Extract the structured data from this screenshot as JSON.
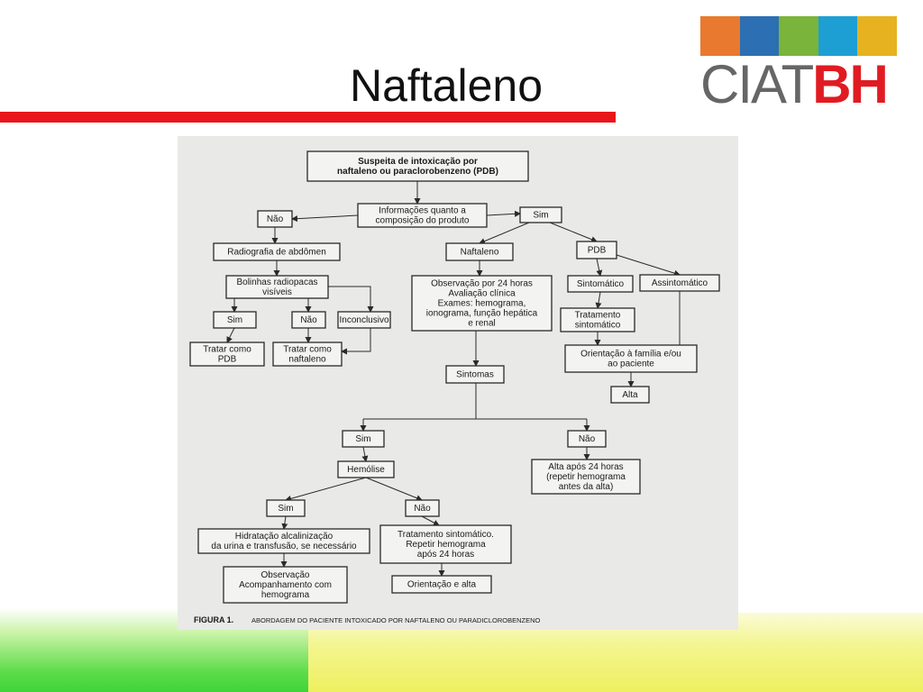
{
  "slide": {
    "title": "Naftaleno"
  },
  "logo": {
    "text_ciat": "CIAT",
    "text_bh": "BH",
    "colors": [
      "#e8792e",
      "#2c6fb3",
      "#7ab43a",
      "#1e9fd4",
      "#e7b21f"
    ]
  },
  "colors": {
    "accent_bar": "#e8161b",
    "gradient_green": "#3fd43a",
    "gradient_yellow": "#eef060"
  },
  "flowchart": {
    "nodes": [
      {
        "id": "suspeita",
        "lines": [
          "Suspeita de intoxicação por",
          "naftaleno ou paraclorobenzeno (PDB)"
        ]
      },
      {
        "id": "info",
        "lines": [
          "Informações quanto a",
          "composição do produto"
        ]
      },
      {
        "id": "nao1",
        "lines": [
          "Não"
        ]
      },
      {
        "id": "sim1",
        "lines": [
          "Sim"
        ]
      },
      {
        "id": "radio",
        "lines": [
          "Radiografia de abdômen"
        ]
      },
      {
        "id": "naftaleno",
        "lines": [
          "Naftaleno"
        ]
      },
      {
        "id": "pdb",
        "lines": [
          "PDB"
        ]
      },
      {
        "id": "bolinhas",
        "lines": [
          "Bolinhas radiopacas",
          "visíveis"
        ]
      },
      {
        "id": "obs24",
        "lines": [
          "Observação por 24 horas",
          "Avaliação clínica",
          "Exames: hemograma,",
          "ionograma, função hepática",
          "e renal"
        ]
      },
      {
        "id": "sintomatico",
        "lines": [
          "Sintomático"
        ]
      },
      {
        "id": "assintomatico",
        "lines": [
          "Assintomático"
        ]
      },
      {
        "id": "sim2",
        "lines": [
          "Sim"
        ]
      },
      {
        "id": "nao2",
        "lines": [
          "Não"
        ]
      },
      {
        "id": "inconclusivo",
        "lines": [
          "Inconclusivo"
        ]
      },
      {
        "id": "tratamento1",
        "lines": [
          "Tratamento",
          "sintomático"
        ]
      },
      {
        "id": "tratarpdb",
        "lines": [
          "Tratar como",
          "PDB"
        ]
      },
      {
        "id": "tratarnaf",
        "lines": [
          "Tratar como",
          "naftaleno"
        ]
      },
      {
        "id": "orientacao1",
        "lines": [
          "Orientação à família e/ou",
          "ao paciente"
        ]
      },
      {
        "id": "sintomas",
        "lines": [
          "Sintomas"
        ]
      },
      {
        "id": "alta1",
        "lines": [
          "Alta"
        ]
      },
      {
        "id": "sim3",
        "lines": [
          "Sim"
        ]
      },
      {
        "id": "nao3",
        "lines": [
          "Não"
        ]
      },
      {
        "id": "hemolise",
        "lines": [
          "Hemólise"
        ]
      },
      {
        "id": "alta24",
        "lines": [
          "Alta após 24 horas",
          "(repetir hemograma",
          "antes da alta)"
        ]
      },
      {
        "id": "sim4",
        "lines": [
          "Sim"
        ]
      },
      {
        "id": "nao4",
        "lines": [
          "Não"
        ]
      },
      {
        "id": "hidratacao",
        "lines": [
          "Hidratação alcalinização",
          "da urina e transfusão, se necessário"
        ]
      },
      {
        "id": "tratamento2",
        "lines": [
          "Tratamento sintomático.",
          "Repetir hemograma",
          "após 24 horas"
        ]
      },
      {
        "id": "observacao2",
        "lines": [
          "Observação",
          "Acompanhamento com",
          "hemograma"
        ]
      },
      {
        "id": "orientacao2",
        "lines": [
          "Orientação e alta"
        ]
      }
    ],
    "caption_label": "FIGURA 1.",
    "caption_text": "ABORDAGEM DO PACIENTE INTOXICADO POR NAFTALENO OU PARADICLOROBENZENO"
  }
}
